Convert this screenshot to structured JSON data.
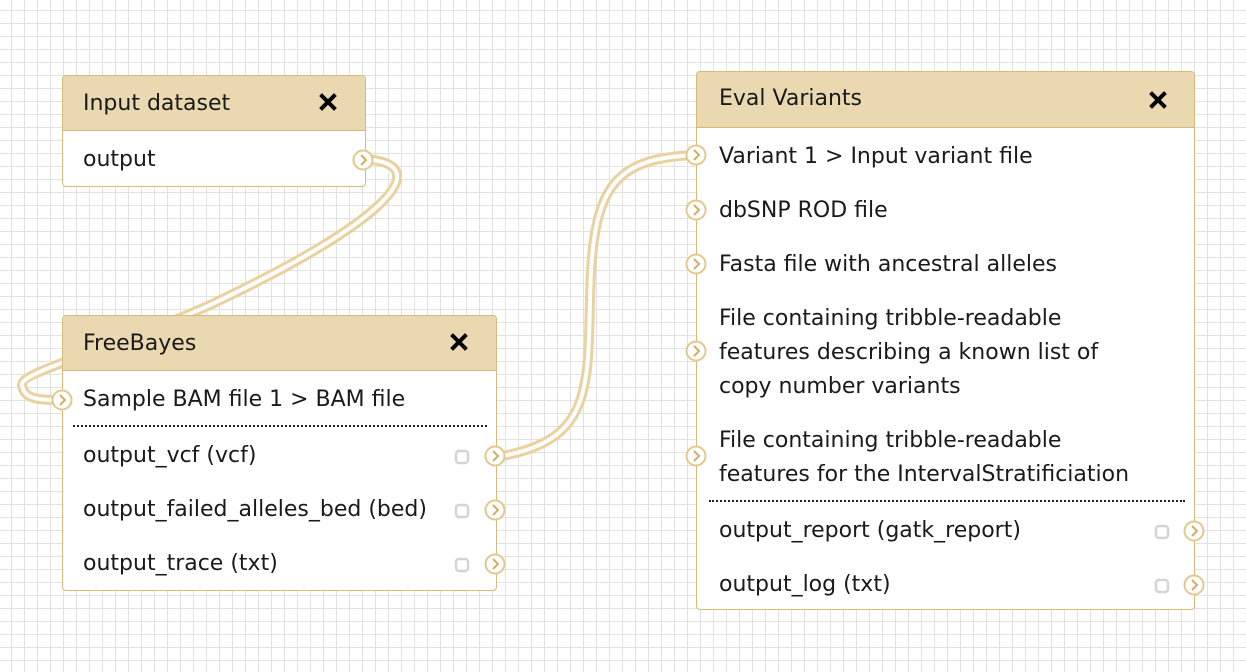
{
  "nodes": {
    "input_dataset": {
      "title": "Input dataset",
      "outputs": [
        "output"
      ]
    },
    "freebayes": {
      "title": "FreeBayes",
      "inputs": [
        "Sample BAM file 1 > BAM file"
      ],
      "outputs": [
        "output_vcf (vcf)",
        "output_failed_alleles_bed (bed)",
        "output_trace (txt)"
      ]
    },
    "eval_variants": {
      "title": "Eval Variants",
      "inputs": [
        "Variant 1 > Input variant file",
        "dbSNP ROD file",
        "Fasta file with ancestral alleles",
        "File containing tribble-readable",
        "features describing a known list of",
        "copy number variants",
        "File containing tribble-readable",
        "features for the IntervalStratificiation"
      ],
      "outputs": [
        "output_report (gatk_report)",
        "output_log (txt)"
      ]
    }
  },
  "colors": {
    "header_bg": "#ead9b0",
    "border": "#d9b978",
    "connector": "#e9d29f",
    "grid": "#e2e2e2"
  },
  "icons": {
    "close": "close-icon",
    "terminal": "chevron-right-circle-icon",
    "callout": "callout-toggle-icon"
  }
}
